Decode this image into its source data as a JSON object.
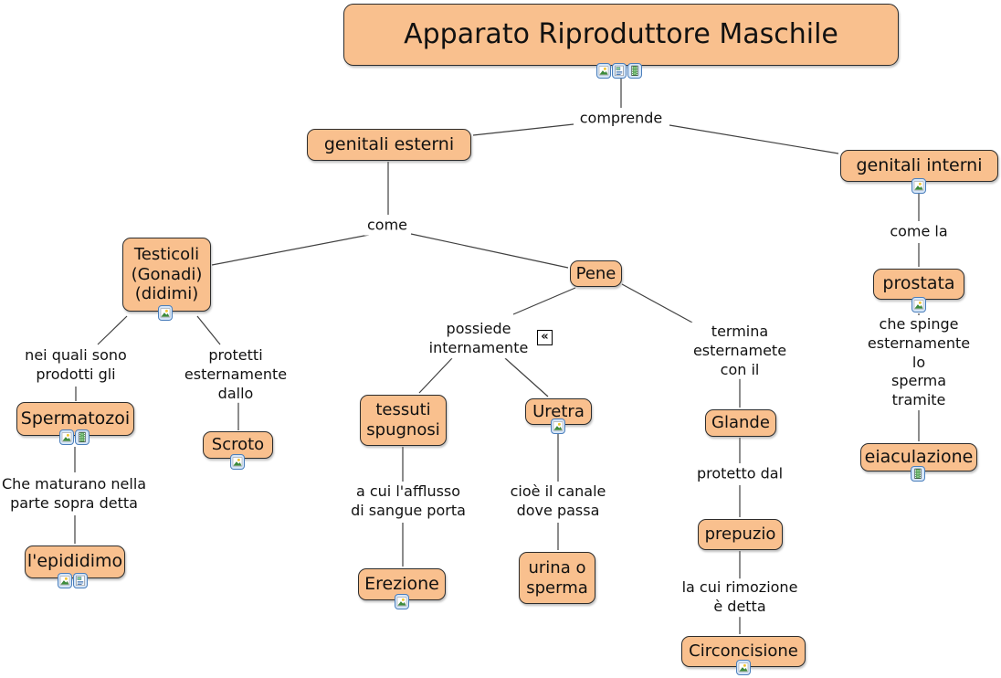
{
  "concepts": {
    "apparato": "Apparato Riproduttore Maschile",
    "genitali_esterni": "genitali esterni",
    "genitali_interni": "genitali interni",
    "testicoli": "Testicoli\n(Gonadi)\n(didimi)",
    "pene": "Pene",
    "prostata": "prostata",
    "spermatozoi": "Spermatozoi",
    "scroto": "Scroto",
    "tessuti_spugnosi": "tessuti\nspugnosi",
    "uretra": "Uretra",
    "glande": "Glande",
    "epididimo": "l'epididimo",
    "erezione": "Erezione",
    "urina_o_sperma": "urina o\nsperma",
    "prepuzio": "prepuzio",
    "circoncisione": "Circoncisione",
    "eiaculazione": "eiaculazione"
  },
  "linking_phrases": {
    "comprende": "comprende",
    "come": "come",
    "come_la": "come la",
    "nei_quali": "nei quali sono\nprodotti gli",
    "protetti": "protetti\nesternamente\ndallo",
    "che_maturano": "Che maturano nella\nparte sopra detta",
    "possiede": "possiede\ninternamente",
    "a_cui": "a cui l'afflusso\ndi sangue porta",
    "cioe": "cioè il canale\ndove passa",
    "termina": "termina\nesternamete\ncon il",
    "protetto_dal": "protetto dal",
    "la_cui": "la cui rimozione\nè detta",
    "che_spinge": "che spinge\nesternamente lo\nsperma tramite"
  },
  "resource_icons": {
    "apparato": [
      "image",
      "document",
      "film"
    ],
    "genitali_interni": [
      "image"
    ],
    "testicoli": [
      "image"
    ],
    "prostata": [
      "image"
    ],
    "spermatozoi": [
      "image",
      "film"
    ],
    "scroto": [
      "image"
    ],
    "uretra": [
      "image"
    ],
    "epididimo": [
      "image",
      "document"
    ],
    "erezione": [
      "image"
    ],
    "eiaculazione": [
      "film"
    ],
    "circoncisione": [
      "image"
    ]
  },
  "collapse_icon": {
    "glyph": "«"
  },
  "colors": {
    "node_fill": "#F9C08E",
    "node_border": "#2D2D2D",
    "line": "#404040",
    "icon_border": "#4A7EBB",
    "icon_bg": "#D6E6F8",
    "background": "#FFFFFF",
    "text": "#111111"
  }
}
